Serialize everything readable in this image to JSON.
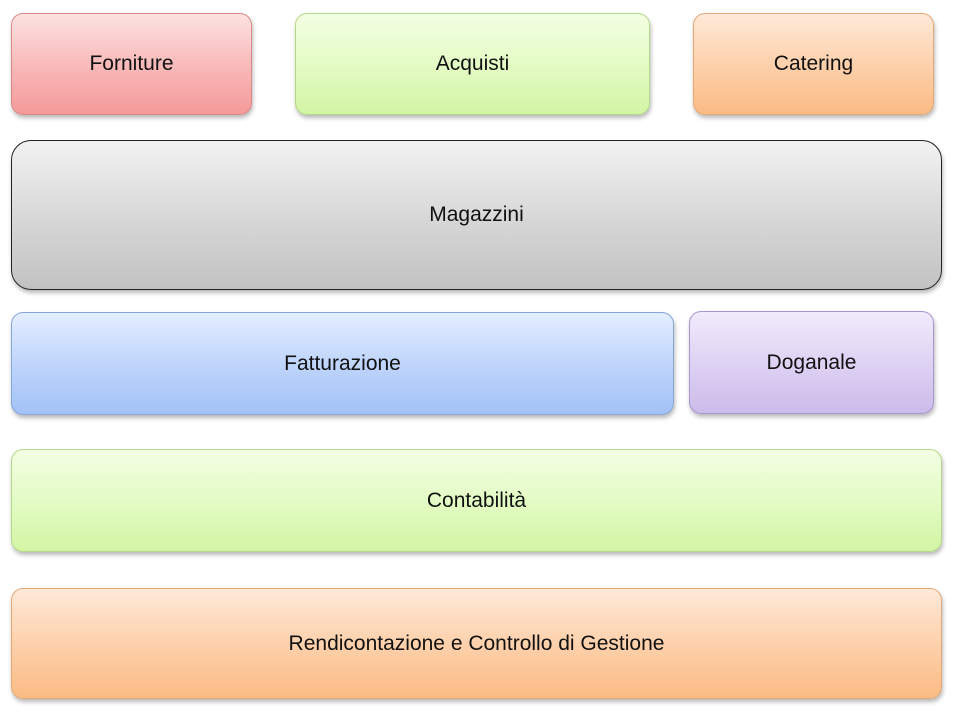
{
  "blocks": {
    "forniture": "Forniture",
    "acquisti": "Acquisti",
    "catering": "Catering",
    "magazzini": "Magazzini",
    "fatturazione": "Fatturazione",
    "doganale": "Doganale",
    "contabilita": "Contabilità",
    "rendicontazione": "Rendicontazione e Controllo di Gestione"
  },
  "colors": {
    "red": "#f8b3b3",
    "green": "#e2fbc2",
    "orange": "#fdcfa8",
    "gray": "#d6d6d6",
    "blue": "#bcd3fb",
    "purple": "#ddd0f3"
  }
}
